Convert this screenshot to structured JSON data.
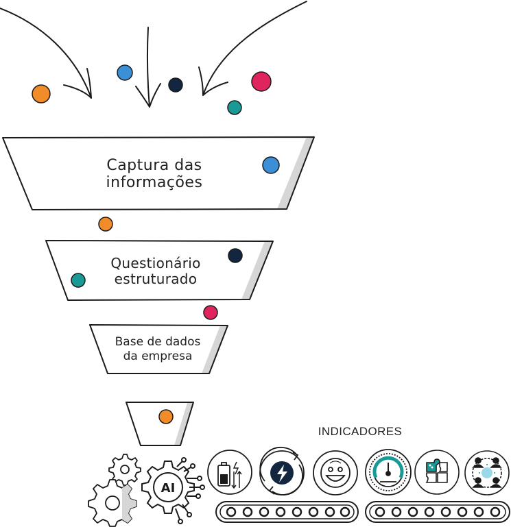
{
  "funnel": {
    "stages": [
      {
        "line1": "Captura das",
        "line2": "informações"
      },
      {
        "line1": "Questionário",
        "line2": "estruturado"
      },
      {
        "line1": "Base de dados",
        "line2": "da empresa"
      }
    ]
  },
  "indicators": {
    "title": "INDICADORES",
    "icons": [
      "battery-charging-icon",
      "lightning-cycle-icon",
      "smiley-icon",
      "speedometer-icon",
      "puzzle-icon",
      "team-idea-icon"
    ]
  },
  "processor": {
    "chip_label": "AI",
    "icons": [
      "gear-icon",
      "ai-chip-icon"
    ]
  },
  "colors": {
    "orange": "#f28c28",
    "blue": "#3b8fd6",
    "navy": "#12263f",
    "teal": "#1a9a96",
    "pink": "#e0245e",
    "shade": "#d6d6d6",
    "ink": "#1b1b1b"
  }
}
